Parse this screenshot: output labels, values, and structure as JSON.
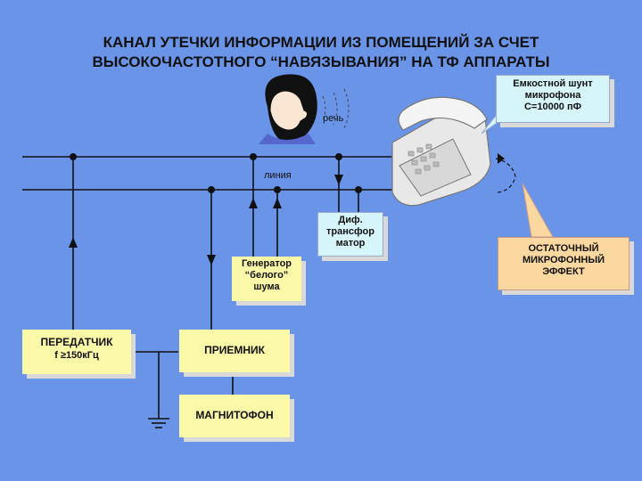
{
  "title": {
    "line1": "КАНАЛ УТЕЧКИ ИНФОРМАЦИИ ИЗ ПОМЕЩЕНИЙ ЗА СЧЕТ",
    "line2": "ВЫСОКОЧАСТОТНОГО  “НАВЯЗЫВАНИЯ” НА ТФ АППАРАТЫ"
  },
  "labels": {
    "speech": "речь",
    "line": "линия"
  },
  "boxes": {
    "shunt": [
      "Емкостной шунт",
      "микрофона",
      "C=10000 пФ"
    ],
    "residual": [
      "ОСТАТОЧНЫЙ",
      "МИКРОФОННЫЙ",
      "ЭФФЕКТ"
    ],
    "transformer": [
      "Диф.",
      "трансфор",
      "матор"
    ],
    "generator": [
      "Генератор",
      "“белого”",
      "шума"
    ],
    "transmitter": [
      "ПЕРЕДАТЧИК",
      "f  ≥150кГц"
    ],
    "receiver": "ПРИЕМНИК",
    "recorder": "МАГНИТОФОН"
  },
  "colors": {
    "background": "#6a94e8",
    "yellow_box": "#fbf8a8",
    "cyan_box": "#d6f5fb",
    "orange_box": "#fbd8a0"
  }
}
